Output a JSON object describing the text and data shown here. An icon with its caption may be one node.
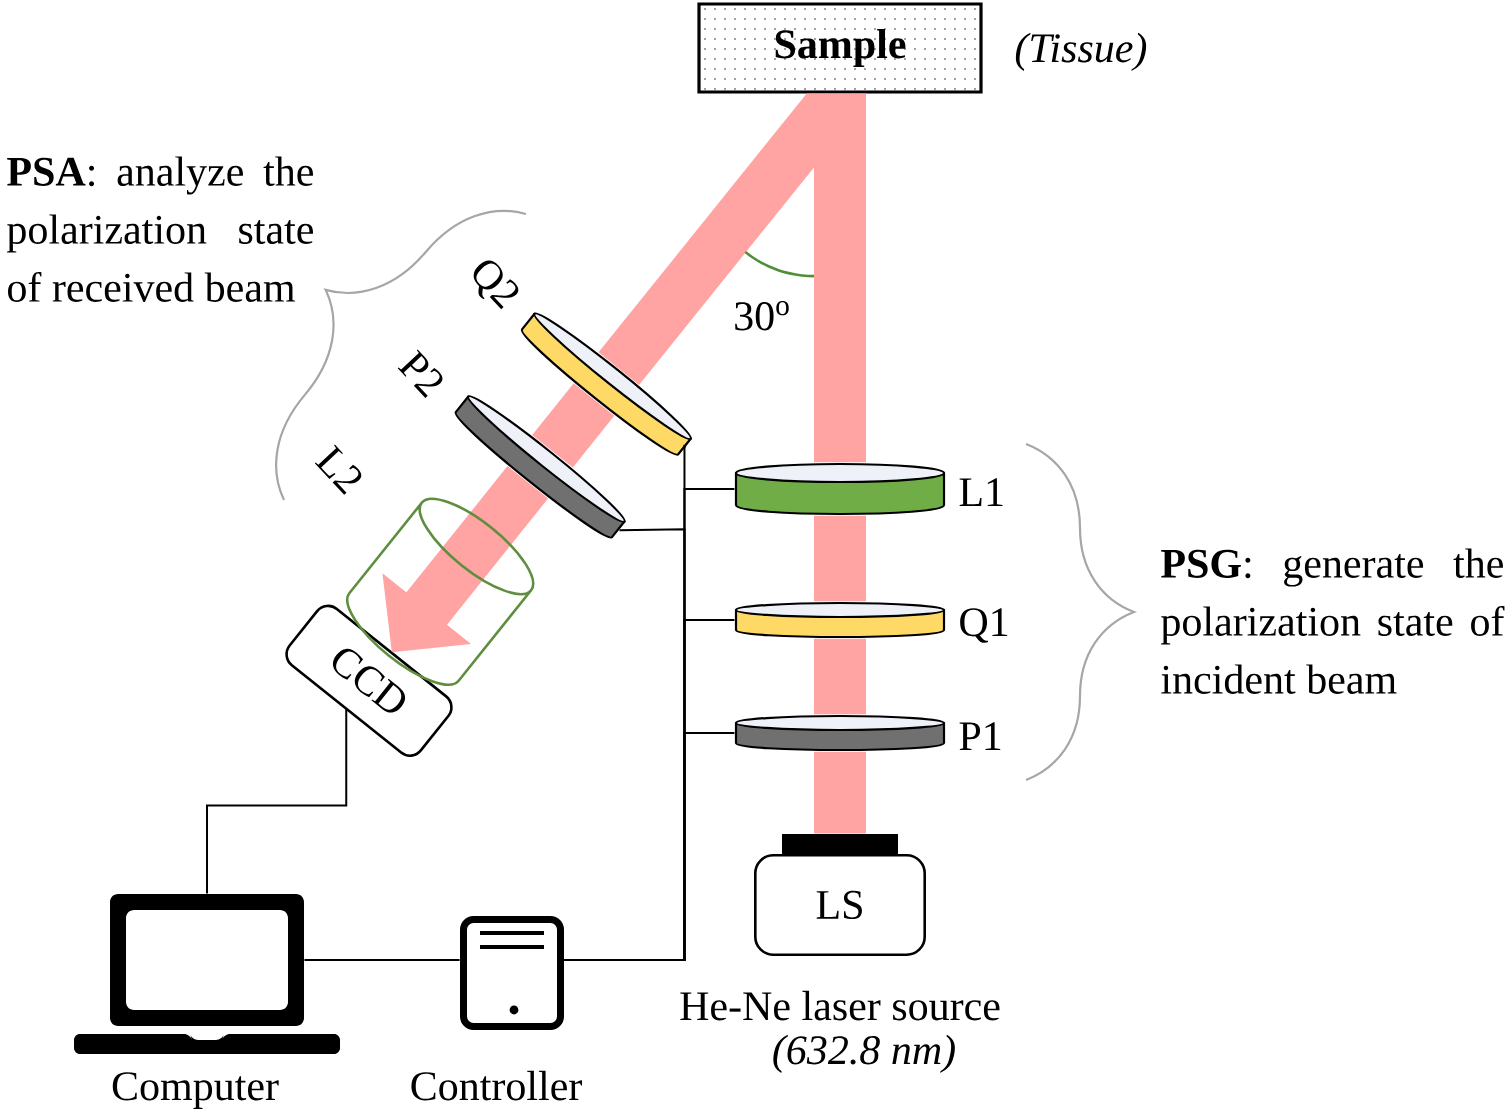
{
  "diagram": {
    "nodes": [
      {
        "text": [
          "Sample"
        ],
        "beside": [
          "(Tissue)"
        ]
      },
      {
        "text": [
          "Q2"
        ]
      },
      {
        "text": [
          "P2"
        ]
      },
      {
        "text": [
          "L1"
        ]
      },
      {
        "text": [
          "Q1"
        ]
      },
      {
        "text": [
          "P1"
        ]
      },
      {
        "text": [
          "CCD"
        ]
      },
      {
        "text": [
          "LS"
        ],
        "beside": [
          "He-Ne laser source",
          "(632.8 nm)"
        ]
      },
      {
        "text": [
          "Computer"
        ]
      },
      {
        "text": [
          "Controller"
        ]
      }
    ],
    "edges": [
      {
        "from": 7,
        "to": 5,
        "arrow": "none",
        "style": "thick",
        "color": "#ffa3a3"
      },
      {
        "from": 5,
        "to": 4,
        "arrow": "none",
        "style": "thick",
        "color": "#ffa3a3"
      },
      {
        "from": 4,
        "to": 3,
        "arrow": "none",
        "style": "thick",
        "color": "#ffa3a3"
      },
      {
        "from": 3,
        "to": 0,
        "arrow": "none",
        "style": "thick",
        "color": "#ffa3a3"
      },
      {
        "from": 0,
        "to": 1,
        "arrow": "none",
        "style": "thick",
        "color": "#ffa3a3"
      },
      {
        "from": 1,
        "to": 2,
        "arrow": "none",
        "style": "thick",
        "color": "#ffa3a3"
      },
      {
        "from": 2,
        "to": 6,
        "arrow": "to",
        "style": "thick",
        "color": "#ffa3a3"
      },
      {
        "from": 6,
        "to": 8,
        "arrow": "none",
        "color": "#000000"
      },
      {
        "from": 8,
        "to": 9,
        "arrow": "none",
        "color": "#000000"
      },
      {
        "from": 9,
        "to": 3,
        "arrow": "none",
        "color": "#000000"
      },
      {
        "from": 9,
        "to": 4,
        "arrow": "none",
        "color": "#000000"
      },
      {
        "from": 9,
        "to": 5,
        "arrow": "none",
        "color": "#000000"
      },
      {
        "from": 9,
        "to": 1,
        "arrow": "none",
        "color": "#000000"
      },
      {
        "from": 9,
        "to": 2,
        "arrow": "none",
        "color": "#000000"
      }
    ],
    "labels": [
      "**PSA**: analyze the polarization state of received beam",
      "30$^{o}$",
      "L2",
      "**PSG**: generate the polarization state of incident beam"
    ]
  }
}
